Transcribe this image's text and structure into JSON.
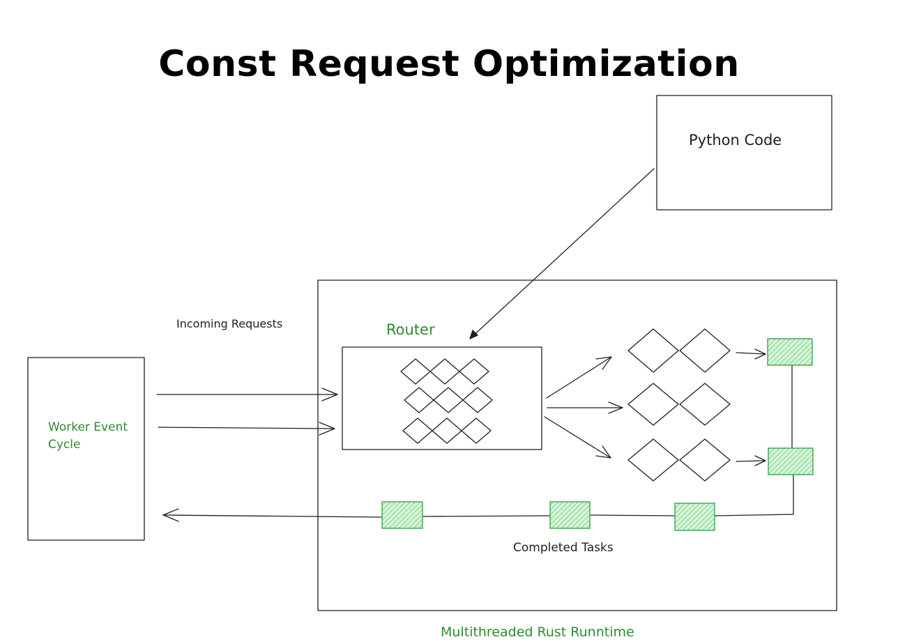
{
  "diagram": {
    "title": "Const Request Optimization",
    "labels": {
      "python_code": "Python Code",
      "incoming_requests": "Incoming Requests",
      "router": "Router",
      "worker_event_cycle_line1": "Worker Event",
      "worker_event_cycle_line2": "Cycle",
      "completed_tasks": "Completed Tasks",
      "runtime": "Multithreaded Rust Runntime"
    },
    "colors": {
      "stroke": "#1e1e1e",
      "accent_text": "#2f8a2f",
      "task_fill": "#b2f2bb",
      "task_stroke": "#2f9e44"
    }
  }
}
